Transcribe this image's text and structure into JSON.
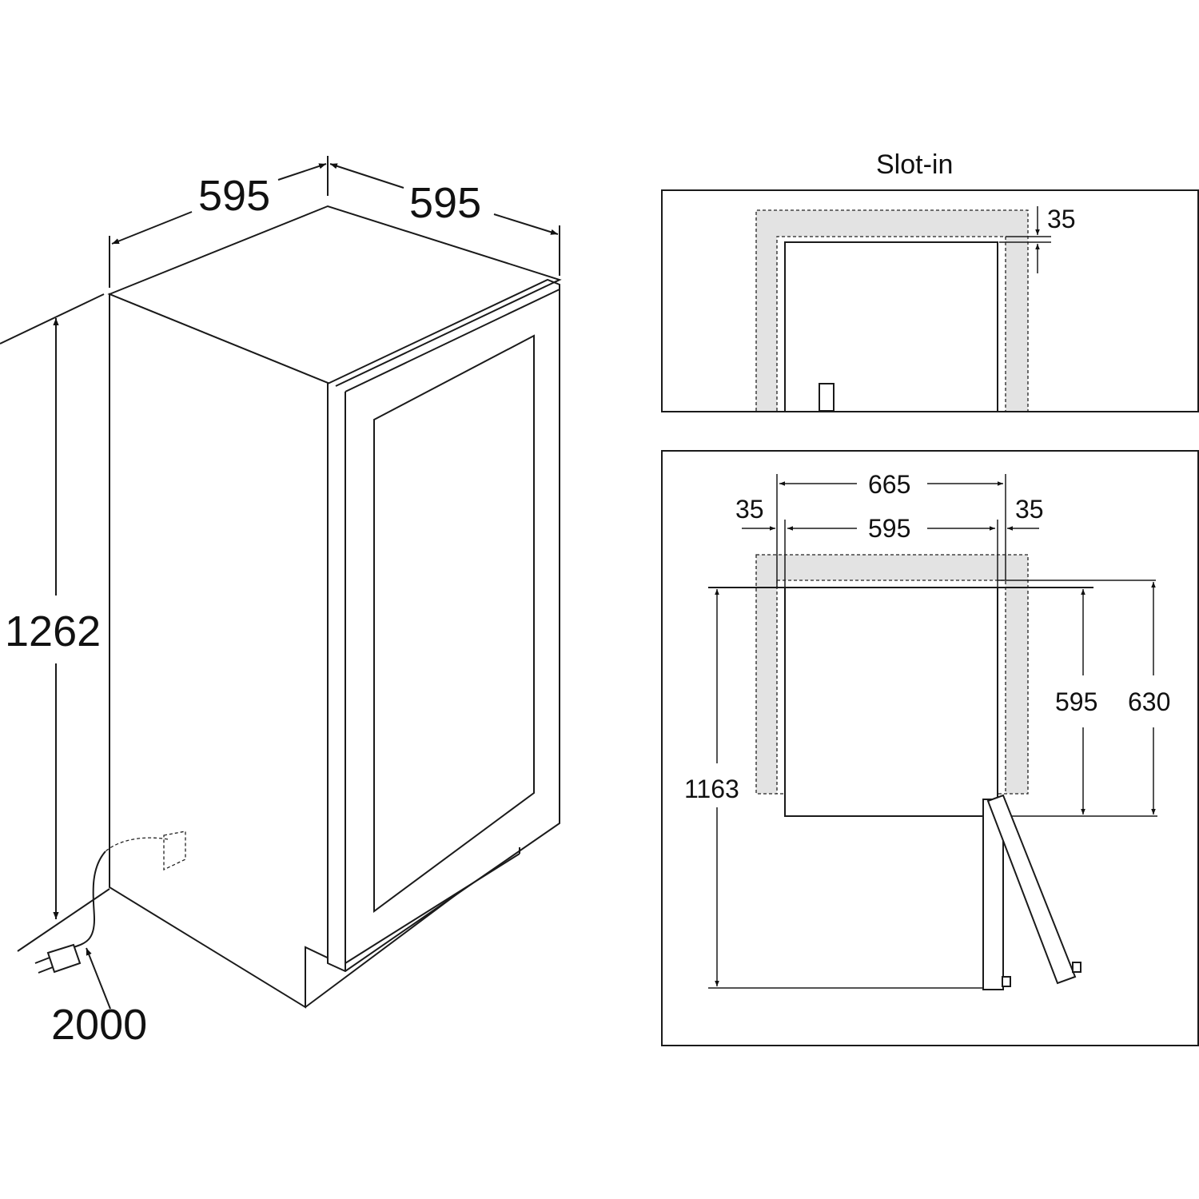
{
  "iso_view": {
    "width_label": "595",
    "depth_label": "595",
    "height_label": "1262",
    "cable_label": "2000"
  },
  "slot_in_panel": {
    "title": "Slot-in",
    "top_gap_label": "35"
  },
  "plan_panel": {
    "outer_width_label": "665",
    "inner_width_label": "595",
    "left_gap_label": "35",
    "right_gap_label": "35",
    "depth_label": "595",
    "depth_with_gap_label": "630",
    "door_open_depth_label": "1163"
  }
}
